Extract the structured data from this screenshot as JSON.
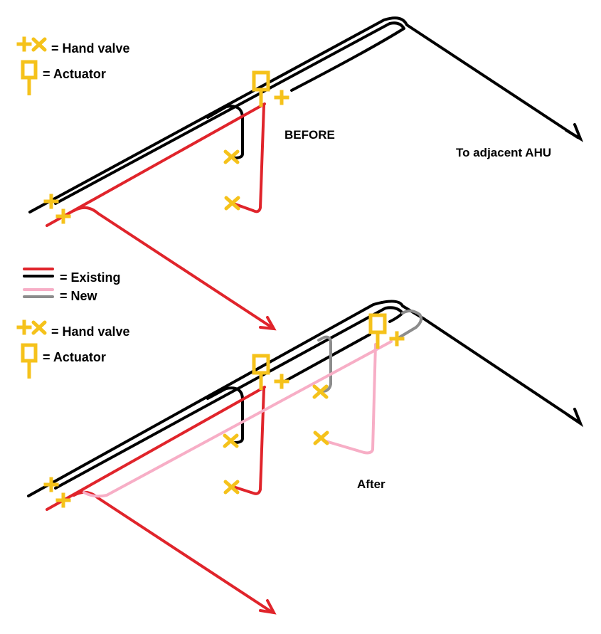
{
  "colors": {
    "existing_red": "#e0242b",
    "existing_black": "#000000",
    "new_pink": "#f7aec6",
    "new_gray": "#8c8c8c",
    "valve_yellow": "#f5c21b",
    "background": "#ffffff"
  },
  "top_legend": {
    "hand_valve_label": "= Hand valve",
    "actuator_label": "= Actuator"
  },
  "pipe_legend": {
    "existing_label": "= Existing",
    "new_label": "= New"
  },
  "bottom_legend": {
    "hand_valve_label": "= Hand valve",
    "actuator_label": "= Actuator"
  },
  "labels": {
    "before": "BEFORE",
    "after": "After",
    "to_adjacent_ahu": "To adjacent AHU"
  },
  "icons": {
    "hand_valve_plus": "plus-icon",
    "hand_valve_x": "x-icon",
    "actuator": "actuator-icon"
  }
}
